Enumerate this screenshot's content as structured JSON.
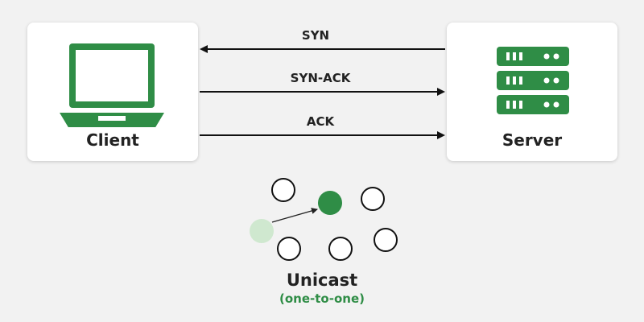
{
  "handshake": {
    "client_label": "Client",
    "server_label": "Server",
    "messages": [
      {
        "label": "SYN",
        "direction": "server-to-client"
      },
      {
        "label": "SYN-ACK",
        "direction": "client-to-server"
      },
      {
        "label": "ACK",
        "direction": "client-to-server"
      }
    ]
  },
  "unicast": {
    "title": "Unicast",
    "subtitle": "(one-to-one)"
  },
  "icons": {
    "client": "laptop-icon",
    "server": "server-rack-icon"
  },
  "colors": {
    "accent": "#2f8d46",
    "accent_light": "#cfe8cf",
    "text": "#222222",
    "background": "#f2f2f2",
    "card": "#ffffff"
  }
}
